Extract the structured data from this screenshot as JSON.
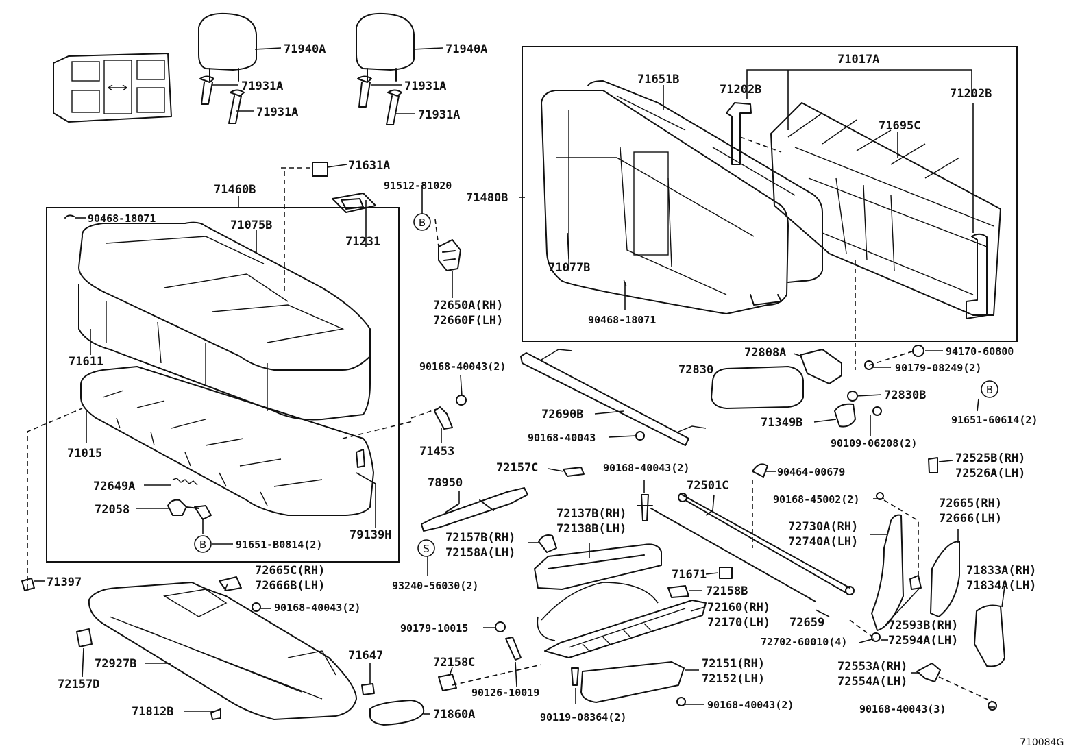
{
  "diagram": {
    "ref_code": "710084G",
    "callouts": {
      "c71940A_l": "71940A",
      "c71931A_l1": "71931A",
      "c71931A_l2": "71931A",
      "c71940A_r": "71940A",
      "c71931A_r1": "71931A",
      "c71931A_r2": "71931A",
      "c71631A": "71631A",
      "c71460B": "71460B",
      "c90468_18071_a": "90468-18071",
      "c71075B": "71075B",
      "c71231": "71231",
      "c71611": "71611",
      "c71015": "71015",
      "c72649A": "72649A",
      "c72058": "72058",
      "c91651_B0814": "91651-B0814(2)",
      "c79139H": "79139H",
      "c71397": "71397",
      "c91512_81020": "91512-81020",
      "c72650A": "72650A(RH)",
      "c72660F": "72660F(LH)",
      "c71480B": "71480B",
      "c71651B": "71651B",
      "c71202B_l": "71202B",
      "c71017A": "71017A",
      "c71202B_r": "71202B",
      "c71695C": "71695C",
      "c71077B": "71077B",
      "c90468_18071_b": "90468-18071",
      "c94170_60800": "94170-60800",
      "c72808A": "72808A",
      "c90179_08249": "90179-08249(2)",
      "c72830": "72830",
      "c72830B": "72830B",
      "c71349B": "71349B",
      "c91651_60614": "91651-60614(2)",
      "c90109_06208": "90109-06208(2)",
      "c90168_40043_a": "90168-40043(2)",
      "c71453": "71453",
      "c72690B": "72690B",
      "c90168_40043_b": "90168-40043",
      "c90168_40043_c": "90168-40043(2)",
      "c90464_00679": "90464-00679",
      "c72525B": "72525B(RH)",
      "c72526A": "72526A(LH)",
      "c72157C": "72157C",
      "c78950": "78950",
      "c72501C": "72501C",
      "c90168_45002": "90168-45002(2)",
      "c72665": "72665(RH)",
      "c72666": "72666(LH)",
      "c72137B": "72137B(RH)",
      "c72138B": "72138B(LH)",
      "c72157B": "72157B(RH)",
      "c72158A": "72158A(LH)",
      "c72730A": "72730A(RH)",
      "c72740A": "72740A(LH)",
      "c93240_56030": "93240-56030(2)",
      "c71671": "71671",
      "c72158B": "72158B",
      "c71833A": "71833A(RH)",
      "c71834A": "71834A(LH)",
      "c72665C": "72665C(RH)",
      "c72666B": "72666B(LH)",
      "c90168_40043_d": "90168-40043(2)",
      "c72160": "72160(RH)",
      "c72170": "72170(LH)",
      "c72659": "72659",
      "c72593B": "72593B(RH)",
      "c72594A": "72594A(LH)",
      "c90179_10015": "90179-10015",
      "c72702_60010": "72702-60010(4)",
      "c72927B": "72927B",
      "c72157D": "72157D",
      "c71647": "71647",
      "c72158C": "72158C",
      "c90126_10019": "90126-10019",
      "c72151": "72151(RH)",
      "c72152": "72152(LH)",
      "c72553A": "72553A(RH)",
      "c72554A": "72554A(LH)",
      "c90168_40043_e": "90168-40043(2)",
      "c90168_40043_f": "90168-40043(3)",
      "c71812B": "71812B",
      "c71860A": "71860A",
      "c90119_08364": "90119-08364(2)"
    },
    "markers": {
      "b1": "B",
      "b2": "B",
      "b3": "B",
      "s1": "S"
    }
  }
}
